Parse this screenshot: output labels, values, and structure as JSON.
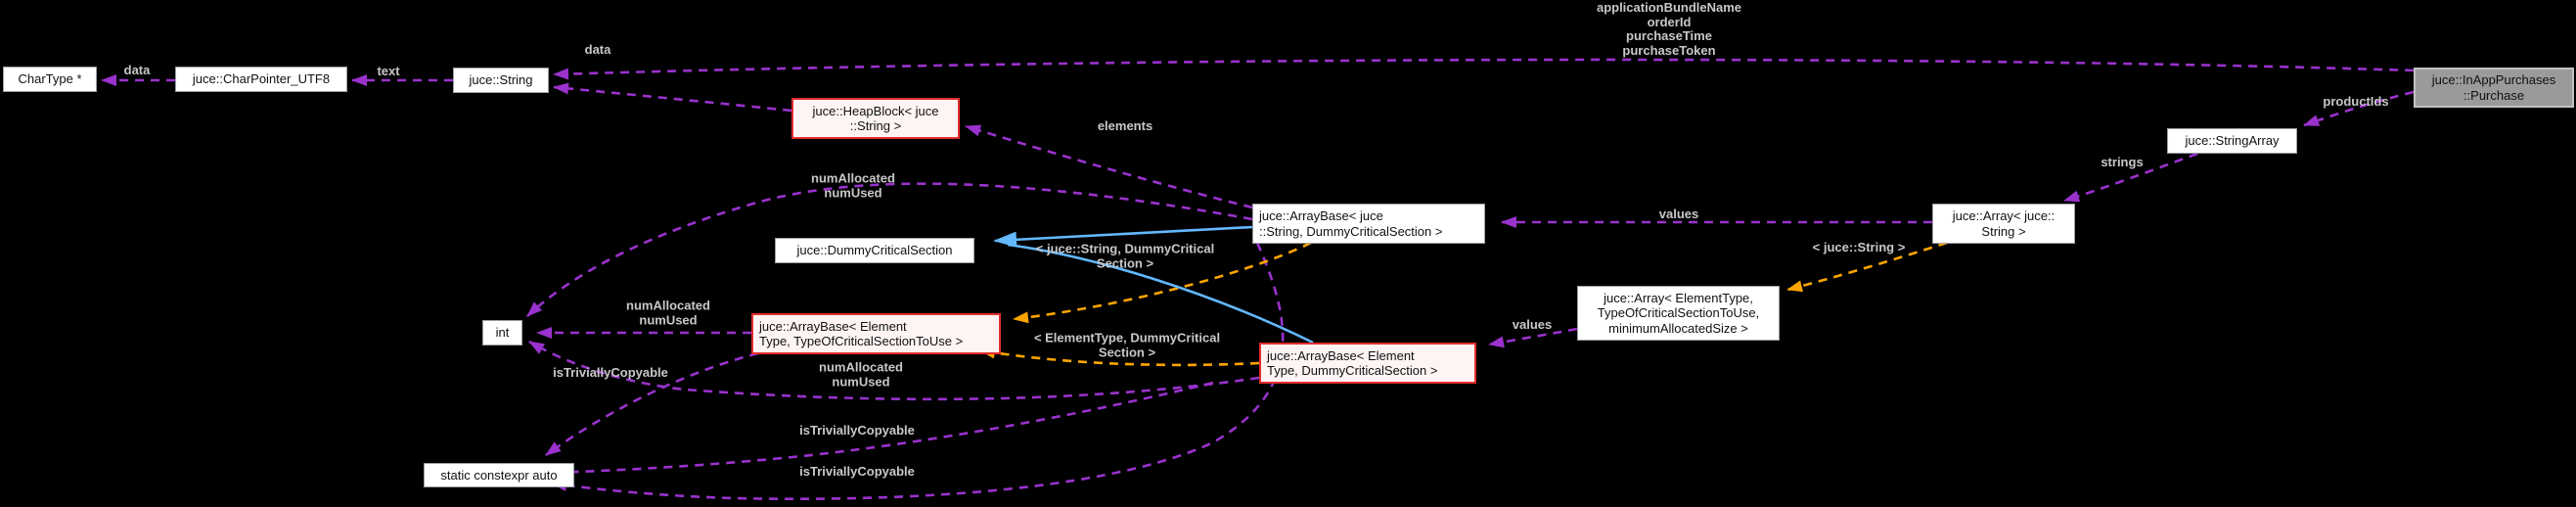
{
  "diagram": {
    "type": "doxygen-collaboration-graph",
    "colors": {
      "background": "#000000",
      "member_edge": "#9a32cd",
      "template_edge": "#ffa500",
      "inheritance_edge": "#63b8ff",
      "edge_label_text": "#c8c8c8",
      "node_background": "#ffffff",
      "node_border": "#9aa0a6",
      "template_node_border": "#e32d2d",
      "template_node_background": "#fff4f4",
      "focus_node_background": "#9a9a9a"
    },
    "nodes": {
      "chartype": {
        "label": "CharType *"
      },
      "charpointer_utf8": {
        "label": "juce::CharPointer_UTF8"
      },
      "string": {
        "label": "juce::String"
      },
      "heapblock": {
        "label": "juce::HeapBlock< juce\n::String >"
      },
      "arraybase_string": {
        "label": "juce::ArrayBase< juce\n::String, DummyCriticalSection >"
      },
      "dummy_critical_section": {
        "label": "juce::DummyCriticalSection"
      },
      "int": {
        "label": "int"
      },
      "arraybase_template": {
        "label": "juce::ArrayBase< Element\nType, TypeOfCriticalSectionToUse >"
      },
      "array_template": {
        "label": "juce::Array< ElementType,\nTypeOfCriticalSectionToUse,\nminimumAllocatedSize >"
      },
      "arraybase_element_dcs": {
        "label": "juce::ArrayBase< Element\nType, DummyCriticalSection >"
      },
      "static_constexpr_auto": {
        "label": "static constexpr auto"
      },
      "array_string": {
        "label": "juce::Array< juce::\nString >"
      },
      "stringarray": {
        "label": "juce::StringArray"
      },
      "purchase": {
        "label": "juce::InAppPurchases\n::Purchase"
      }
    },
    "edge_labels": {
      "data_chartype": {
        "text": "data"
      },
      "text": {
        "text": "text"
      },
      "data_string": {
        "text": "data"
      },
      "purchase_members": {
        "text": "applicationBundleName\norderId\npurchaseTime\npurchaseToken"
      },
      "product_ids": {
        "text": "productIds"
      },
      "strings": {
        "text": "strings"
      },
      "values_string": {
        "text": "values"
      },
      "values_element": {
        "text": "values"
      },
      "elements": {
        "text": "elements"
      },
      "template_juce_string": {
        "text": "< juce::String >"
      },
      "template_string_dcs": {
        "text": "< juce::String, DummyCritical\nSection >"
      },
      "template_element_dcs": {
        "text": "< ElementType, DummyCritical\nSection >"
      },
      "num_allocated_1": {
        "text": "numAllocated\nnumUsed"
      },
      "num_allocated_2": {
        "text": "numAllocated\nnumUsed"
      },
      "num_allocated_3": {
        "text": "numAllocated\nnumUsed"
      },
      "is_trivially_copyable_1": {
        "text": "isTriviallyCopyable"
      },
      "is_trivially_copyable_2": {
        "text": "isTriviallyCopyable"
      },
      "is_trivially_copyable_3": {
        "text": "isTriviallyCopyable"
      }
    }
  }
}
